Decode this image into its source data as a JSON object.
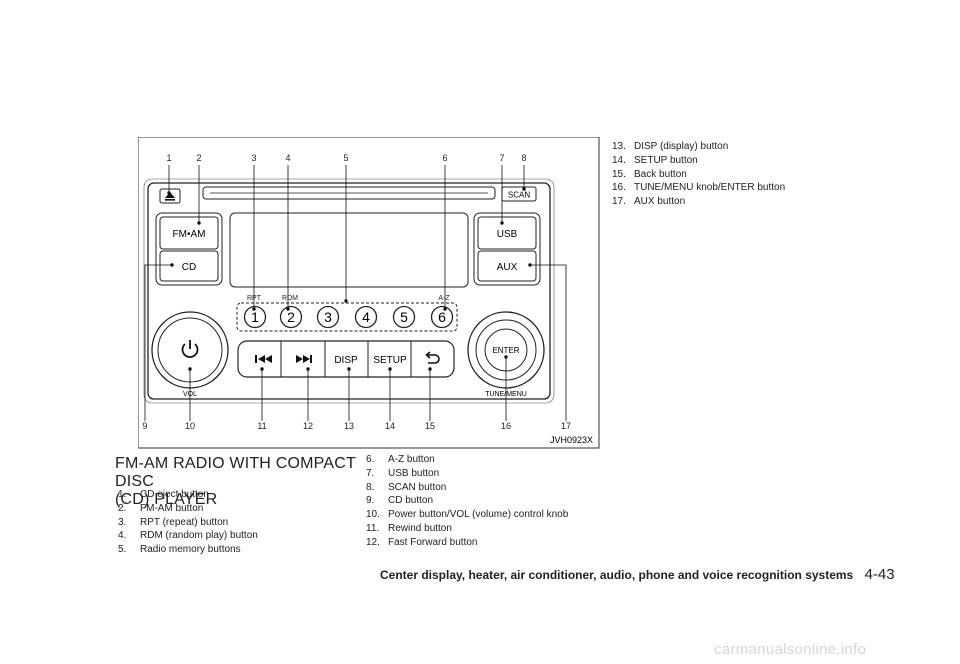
{
  "figure": {
    "code": "JVH0923X",
    "callouts": [
      "1",
      "2",
      "3",
      "4",
      "5",
      "6",
      "7",
      "8",
      "9",
      "10",
      "11",
      "12",
      "13",
      "14",
      "15",
      "16",
      "17"
    ],
    "unit_labels": {
      "fm_am": "FM•AM",
      "cd": "CD",
      "usb": "USB",
      "aux": "AUX",
      "scan": "SCAN",
      "rpt": "RPT",
      "rdm": "RDM",
      "az": "A-Z",
      "disp": "DISP",
      "setup": "SETUP",
      "enter": "ENTER",
      "vol": "VOL",
      "tune_menu": "TUNE/MENU",
      "presets": [
        "1",
        "2",
        "3",
        "4",
        "5",
        "6"
      ]
    },
    "icons": [
      "eject-icon",
      "power-icon",
      "rewind-icon",
      "fast-forward-icon",
      "back-icon"
    ]
  },
  "heading": {
    "line1": "FM-AM RADIO WITH COMPACT DISC",
    "line2": "(CD) PLAYER"
  },
  "items": [
    {
      "num": "1.",
      "text": "CD eject button"
    },
    {
      "num": "2.",
      "text": "FM-AM button"
    },
    {
      "num": "3.",
      "text": "RPT (repeat) button"
    },
    {
      "num": "4.",
      "text": "RDM (random play) button"
    },
    {
      "num": "5.",
      "text": "Radio memory buttons"
    },
    {
      "num": "6.",
      "text": "A-Z button"
    },
    {
      "num": "7.",
      "text": "USB button"
    },
    {
      "num": "8.",
      "text": "SCAN button"
    },
    {
      "num": "9.",
      "text": "CD button"
    },
    {
      "num": "10.",
      "text": "Power button/VOL (volume) control knob"
    },
    {
      "num": "11.",
      "text": "Rewind button"
    },
    {
      "num": "12.",
      "text": "Fast Forward button"
    },
    {
      "num": "13.",
      "text": "DISP (display) button"
    },
    {
      "num": "14.",
      "text": "SETUP button"
    },
    {
      "num": "15.",
      "text": "Back button"
    },
    {
      "num": "16.",
      "text": "TUNE/MENU knob/ENTER button"
    },
    {
      "num": "17.",
      "text": "AUX button"
    }
  ],
  "footer": {
    "section": "Center display, heater, air conditioner, audio, phone and voice recognition systems",
    "page": "4-43"
  },
  "watermark": "carmanualsonline.info"
}
